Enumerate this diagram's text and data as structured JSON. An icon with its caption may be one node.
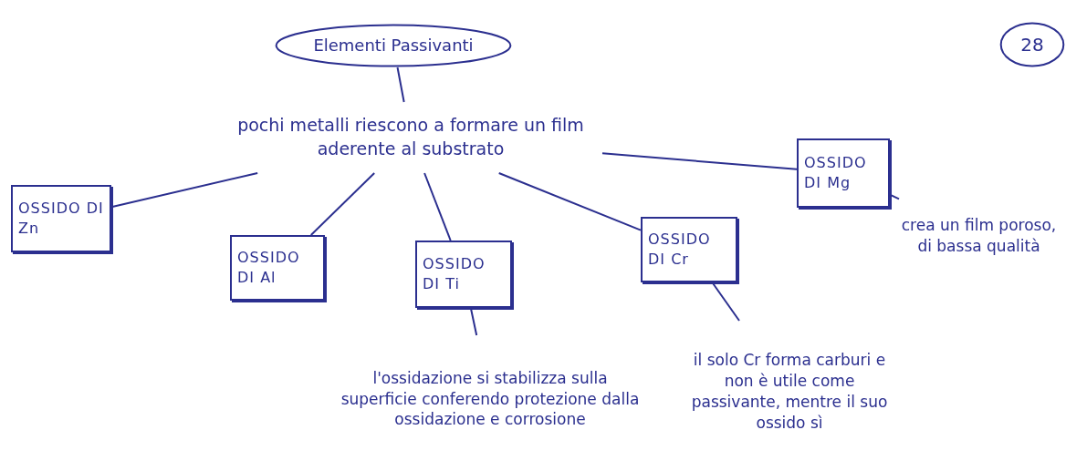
{
  "diagram": {
    "nodes": [
      {
        "text": [
          "Elementi Passivanti"
        ]
      },
      {
        "text": [
          "28"
        ]
      },
      {
        "text": [
          "pochi metalli riescono a formare un film aderente al substrato"
        ]
      },
      {
        "text": [
          "OSSIDO DI Zn"
        ]
      },
      {
        "text": [
          "OSSIDO DI Al"
        ]
      },
      {
        "text": [
          "OSSIDO DI Ti"
        ]
      },
      {
        "text": [
          "OSSIDO DI Cr"
        ]
      },
      {
        "text": [
          "OSSIDO DI Mg"
        ]
      },
      {
        "text": [
          "crea un film poroso, di bassa qualità"
        ]
      },
      {
        "text": [
          "l'ossidazione si stabilizza sulla superficie conferendo protezione dalla ossidazione e corrosione"
        ]
      },
      {
        "text": [
          "il solo Cr forma carburi e non è utile come passivante, mentre il suo ossido sì"
        ]
      }
    ],
    "edges": [
      {
        "from": 0,
        "to": 2,
        "arrow": "none"
      },
      {
        "from": 2,
        "to": 3,
        "arrow": "none"
      },
      {
        "from": 2,
        "to": 4,
        "arrow": "none"
      },
      {
        "from": 2,
        "to": 5,
        "arrow": "none"
      },
      {
        "from": 2,
        "to": 6,
        "arrow": "none"
      },
      {
        "from": 2,
        "to": 7,
        "arrow": "none"
      },
      {
        "from": 7,
        "to": 8,
        "arrow": "none"
      },
      {
        "from": 5,
        "to": 9,
        "arrow": "none"
      },
      {
        "from": 6,
        "to": 10,
        "arrow": "none"
      }
    ]
  }
}
